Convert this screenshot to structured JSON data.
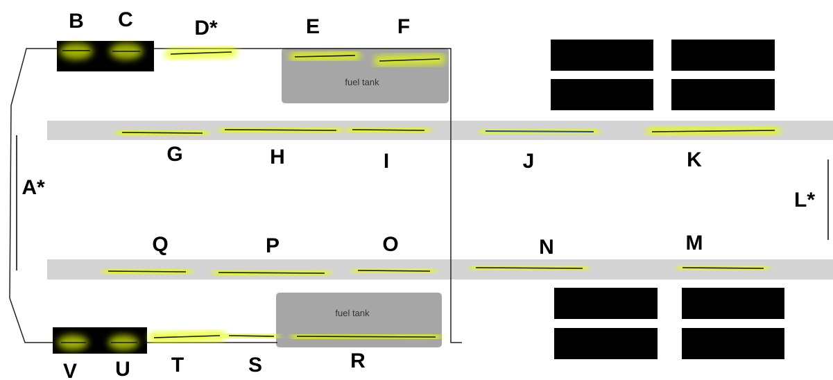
{
  "colors": {
    "glow": "#e6ff00",
    "wire": "#111111",
    "blue_wire": "#1f3fd0",
    "rail": "#d3d3d3",
    "tank": "#a6a6a6",
    "block": "#000000",
    "outline": "#222222"
  },
  "fuel_tank_label": "fuel tank",
  "segments": [
    {
      "label": "A*"
    },
    {
      "label": "B"
    },
    {
      "label": "C"
    },
    {
      "label": "D*"
    },
    {
      "label": "E"
    },
    {
      "label": "F"
    },
    {
      "label": "G"
    },
    {
      "label": "H"
    },
    {
      "label": "I"
    },
    {
      "label": "J",
      "color": "blue"
    },
    {
      "label": "K"
    },
    {
      "label": "L*"
    },
    {
      "label": "M"
    },
    {
      "label": "N"
    },
    {
      "label": "O"
    },
    {
      "label": "P"
    },
    {
      "label": "Q"
    },
    {
      "label": "R"
    },
    {
      "label": "S"
    },
    {
      "label": "T"
    },
    {
      "label": "U"
    },
    {
      "label": "V"
    }
  ]
}
